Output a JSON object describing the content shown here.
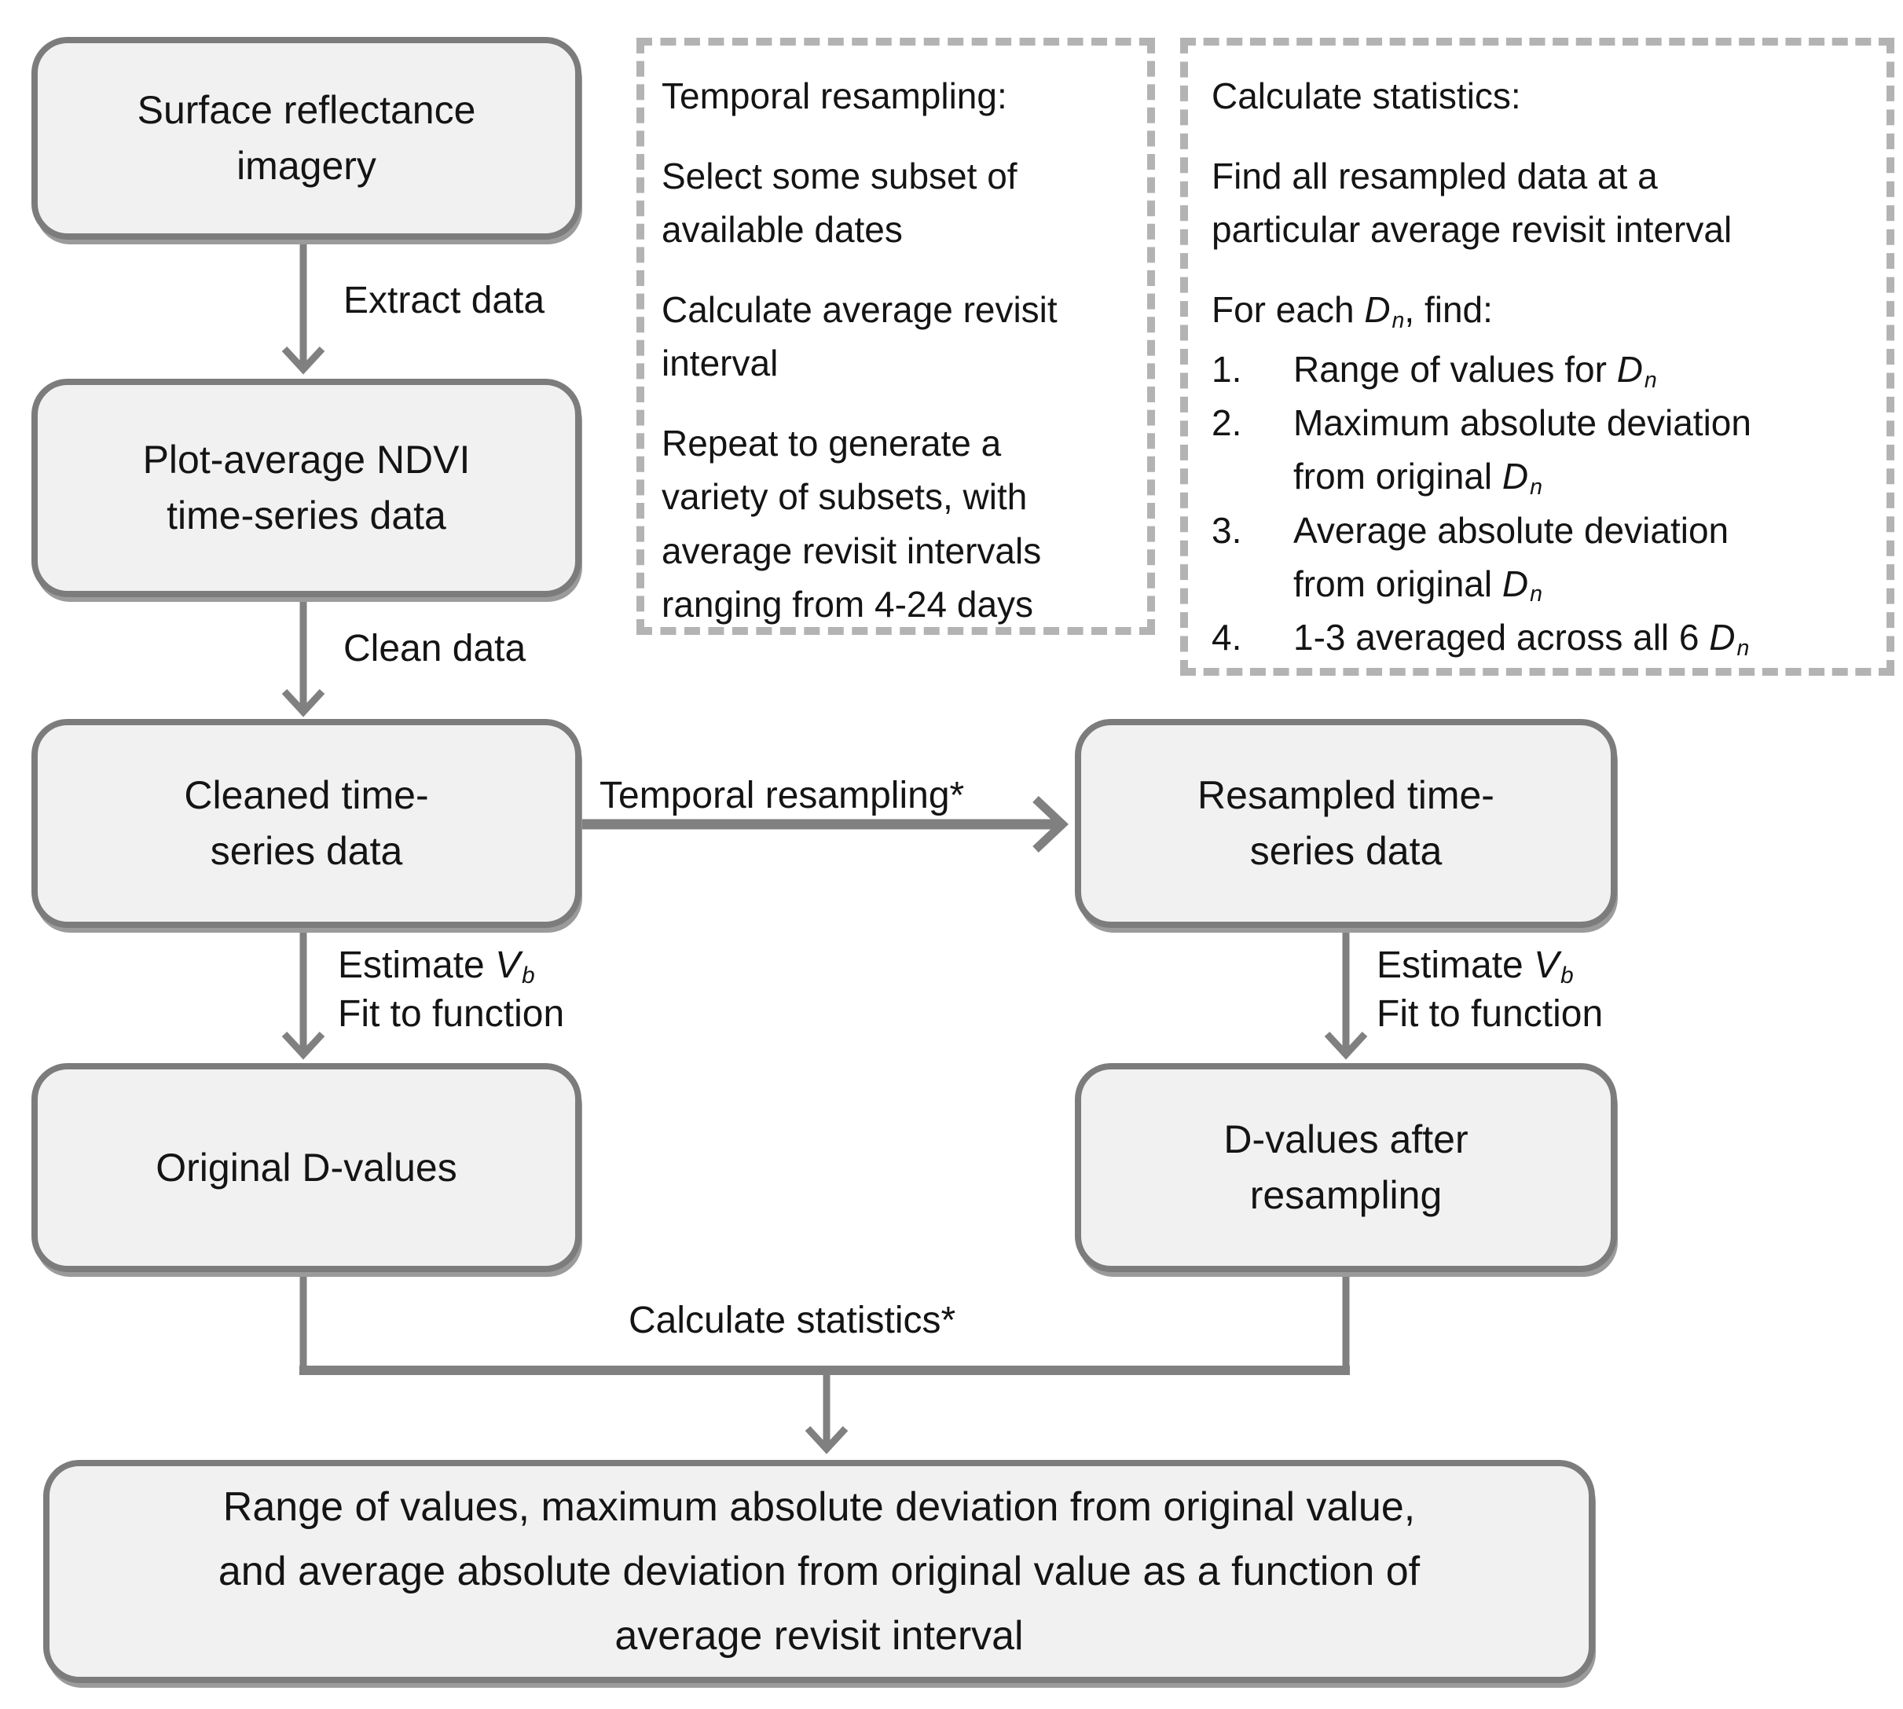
{
  "diagram": {
    "boxes": {
      "surface_reflectance": {
        "lines": [
          "Surface reflectance",
          "imagery"
        ]
      },
      "plot_average": {
        "lines": [
          "Plot-average NDVI",
          "time-series data"
        ]
      },
      "cleaned": {
        "lines": [
          "Cleaned time-",
          "series data"
        ]
      },
      "resampled": {
        "lines": [
          "Resampled time-",
          "series data"
        ]
      },
      "original_d": {
        "lines": [
          "Original D-values"
        ]
      },
      "d_after": {
        "lines": [
          "D-values after",
          "resampling"
        ]
      },
      "result": {
        "lines": [
          "Range of values, maximum absolute deviation from original value,",
          "and average absolute deviation from original value as a function of",
          "average revisit interval"
        ]
      }
    },
    "edge_labels": {
      "extract": "Extract data",
      "clean": "Clean data",
      "temporal_resampling": "Temporal resampling*",
      "calculate_statistics": "Calculate statistics*",
      "estimate_prefix": "Estimate ",
      "estimate_var": "V",
      "estimate_sub": "b",
      "fit_to_function": "Fit to function"
    },
    "colors": {
      "box_fill": "#f1f1f1",
      "box_border": "#7c7c7c",
      "connector": "#808080",
      "dashed_border": "#b3b3b3",
      "text": "#141414"
    }
  },
  "temporal_panel": {
    "title": "Temporal resampling:",
    "p1": [
      "Select some subset of",
      "available dates"
    ],
    "p2": [
      "Calculate average revisit",
      "interval"
    ],
    "p3": [
      "Repeat to generate a",
      "variety of subsets, with",
      "average revisit intervals",
      "ranging from 4-24 days"
    ]
  },
  "statistics_panel": {
    "title": "Calculate statistics:",
    "intro": [
      "Find all resampled data at a",
      "particular average revisit interval"
    ],
    "for_each": {
      "pre": "For each ",
      "var": "D",
      "sub": "n",
      "post": ", find:"
    },
    "items": [
      {
        "num": "1.",
        "pre": "Range of values for ",
        "var": "D",
        "sub": "n"
      },
      {
        "num": "2.",
        "line1": "Maximum absolute deviation",
        "pre": "from original ",
        "var": "D",
        "sub": "n"
      },
      {
        "num": "3.",
        "line1": "Average absolute deviation",
        "pre": "from original ",
        "var": "D",
        "sub": "n"
      },
      {
        "num": "4.",
        "pre": "1-3 averaged across all 6 ",
        "var": "D",
        "sub": "n"
      }
    ]
  }
}
